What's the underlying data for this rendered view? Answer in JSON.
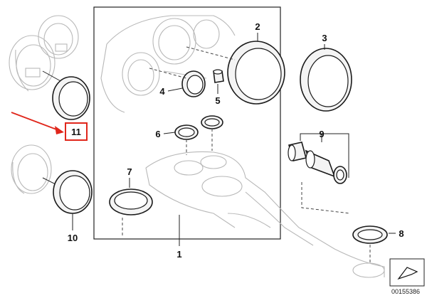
{
  "labels": {
    "p1": "1",
    "p2": "2",
    "p3": "3",
    "p4": "4",
    "p5": "5",
    "p6": "6",
    "p7": "7",
    "p8": "8",
    "p9": "9",
    "p10": "10",
    "p11": "11"
  },
  "document_number": "00155386",
  "colors": {
    "highlight": "#e0261b",
    "line": "#1a1a1a",
    "ghost": "#b8b8b8"
  }
}
